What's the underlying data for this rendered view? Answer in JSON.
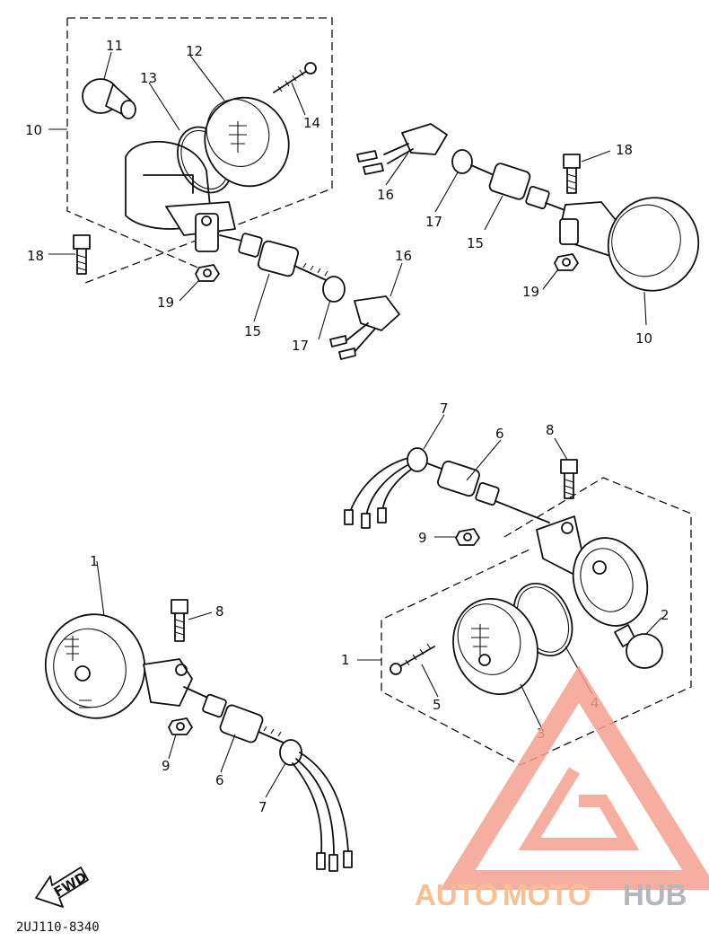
{
  "diagram": {
    "part_numbers": [
      "1",
      "2",
      "3",
      "4",
      "5",
      "6",
      "7",
      "8",
      "9",
      "10",
      "11",
      "12",
      "13",
      "14",
      "15",
      "16",
      "17",
      "18",
      "19"
    ],
    "callouts": {
      "top_left": {
        "c10": "10",
        "c11": "11",
        "c12": "12",
        "c13": "13",
        "c14": "14",
        "c15": "15",
        "c16": "16",
        "c17": "17",
        "c18": "18",
        "c19": "19"
      },
      "top_right": {
        "c10": "10",
        "c15": "15",
        "c16": "16",
        "c17": "17",
        "c18": "18",
        "c19": "19"
      },
      "bottom_right": {
        "c1": "1",
        "c2": "2",
        "c3": "3",
        "c4": "4",
        "c5": "5",
        "c6": "6",
        "c7": "7",
        "c8": "8",
        "c9": "9"
      },
      "bottom_left": {
        "c1": "1",
        "c6": "6",
        "c7": "7",
        "c8": "8",
        "c9": "9"
      }
    },
    "fwd_label": "FWD",
    "drawing_code": "2UJ110-8340"
  },
  "watermark": {
    "text_auto": "AUTO",
    "text_moto": "MOTO",
    "text_hub": "HUB",
    "color_primary": "#f4a08f",
    "color_secondary": "#f7b481",
    "color_gray": "#a9a9b0"
  }
}
